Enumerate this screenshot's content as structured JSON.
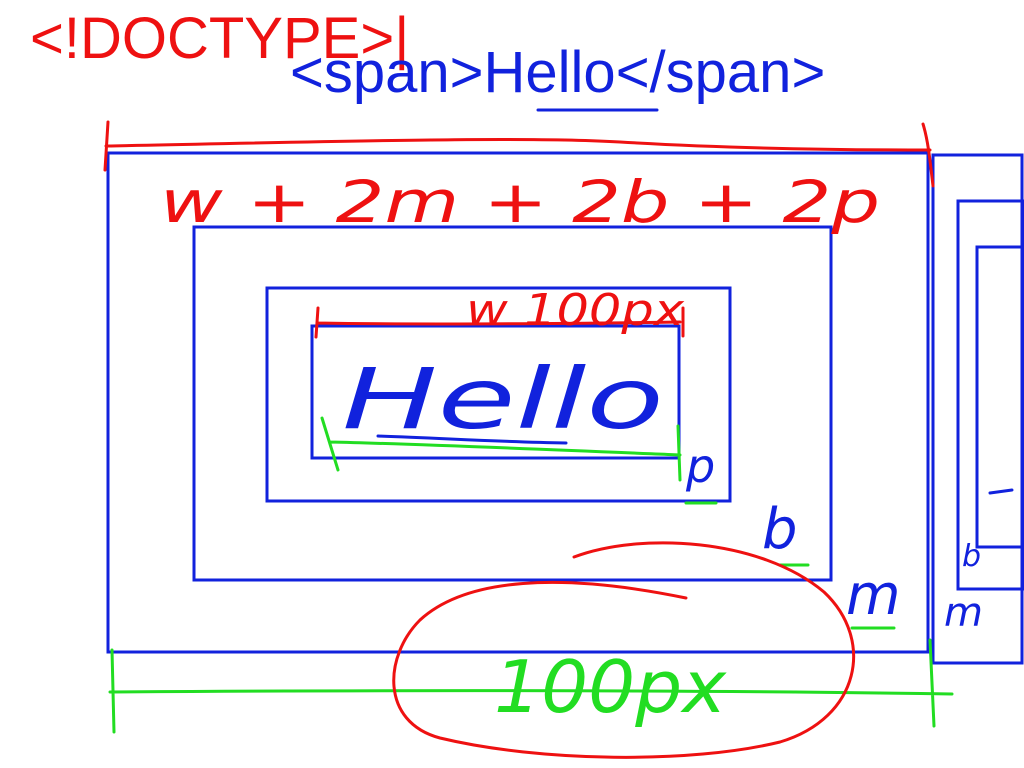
{
  "header": {
    "doctype_text": "<!DOCTYPE>|",
    "span_open": "<span>",
    "span_word": "Hello",
    "span_close": "</span>"
  },
  "annotations": {
    "total_width_formula": "w + 2m + 2b + 2p",
    "content_width_note": "w 100px",
    "content_text": "Hello",
    "padding_label": "p",
    "border_label": "b",
    "margin_label": "m",
    "outer_width_label": "100px",
    "right_box_margin_label": "m",
    "right_box_border_label": "b"
  },
  "colors": {
    "red": "#ee1111",
    "blue": "#1122dd",
    "green": "#22dd22"
  }
}
